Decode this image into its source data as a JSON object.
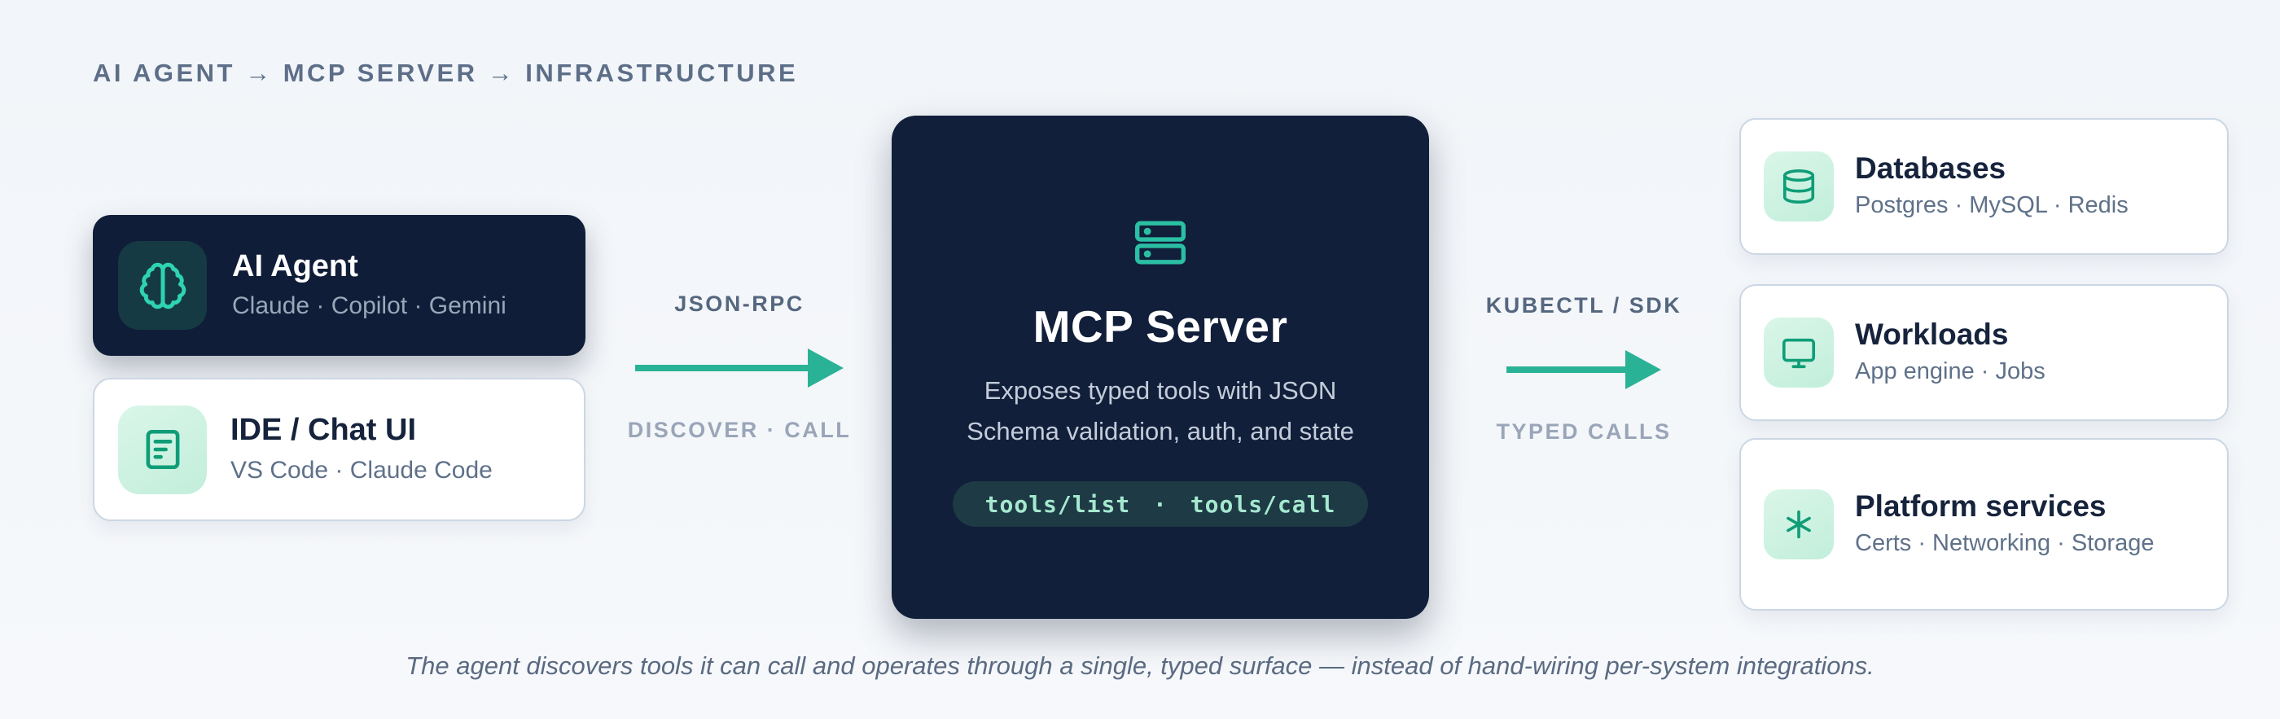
{
  "page": {
    "header": "AI AGENT → MCP SERVER → INFRASTRUCTURE",
    "caption": "The agent discovers tools it can call and operates through a single, typed surface — instead of hand-wiring per-system integrations.",
    "background": "#f3f6fa"
  },
  "colors": {
    "accent_teal": "#2ab296",
    "dark_navy": "#111f3a",
    "mint_tile": "#cdf2e0",
    "dark_teal_tile": "#153a43",
    "icon_green": "#0f9d77",
    "badge_bg": "#1d3a45",
    "badge_text": "#a5e8cf",
    "muted_label": "#9aa5b8",
    "strong_label": "#55677f"
  },
  "left_cards": [
    {
      "title": "AI Agent",
      "subtitle": "Claude · Copilot · Gemini",
      "icon": "brain-icon",
      "theme": "dark"
    },
    {
      "title": "IDE / Chat UI",
      "subtitle": "VS Code · Claude Code",
      "icon": "document-icon",
      "theme": "light"
    }
  ],
  "connectors": [
    {
      "label": "JSON-RPC",
      "sublabel": "DISCOVER · CALL"
    },
    {
      "label": "KUBECTL / SDK",
      "sublabel": "TYPED CALLS"
    }
  ],
  "server": {
    "title": "MCP Server",
    "description_line1": "Exposes typed tools with JSON",
    "description_line2": "Schema validation, auth, and state",
    "badge": "tools/list · tools/call",
    "icon": "server-icon"
  },
  "right_cards": [
    {
      "title": "Databases",
      "subtitle": "Postgres · MySQL · Redis",
      "icon": "database-icon"
    },
    {
      "title": "Workloads",
      "subtitle": "App engine · Jobs",
      "icon": "monitor-icon"
    },
    {
      "title": "Platform services",
      "subtitle": "Certs · Networking · Storage",
      "icon": "asterisk-icon"
    }
  ]
}
